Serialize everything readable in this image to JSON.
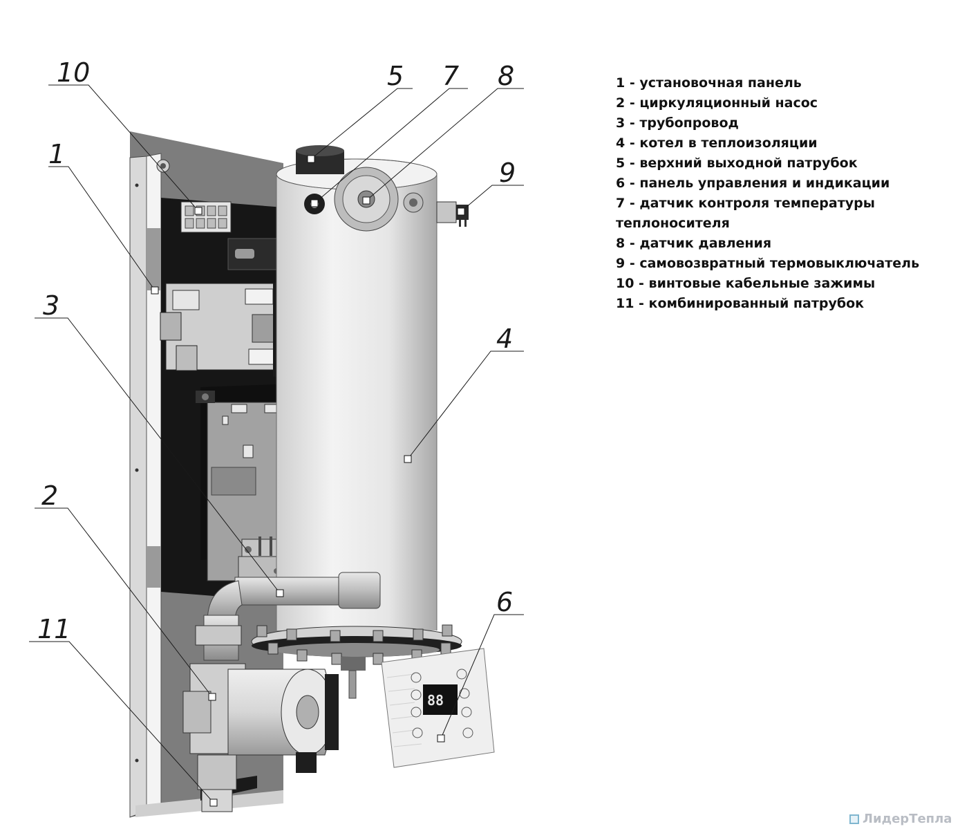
{
  "callouts": [
    {
      "num": "1"
    },
    {
      "num": "2"
    },
    {
      "num": "3"
    },
    {
      "num": "4"
    },
    {
      "num": "5"
    },
    {
      "num": "6"
    },
    {
      "num": "7"
    },
    {
      "num": "8"
    },
    {
      "num": "9"
    },
    {
      "num": "10"
    },
    {
      "num": "11"
    }
  ],
  "legend": {
    "items": [
      "1 - установочная панель",
      "2 - циркуляционный насос",
      "3 - трубопровод",
      "4 - котел в теплоизоляции",
      "5 - верхний выходной патрубок",
      "6 - панель управления и индикации",
      "7 - датчик контроля температуры",
      "8 - датчик давления",
      "9 - самовозвратный термовыключатель",
      "10 - винтовые кабельные зажимы",
      "11 - комбинированный патрубок"
    ],
    "item7_cont": "теплоносителя"
  },
  "display": {
    "digits": "88"
  },
  "watermark": "ЛидерТепла"
}
